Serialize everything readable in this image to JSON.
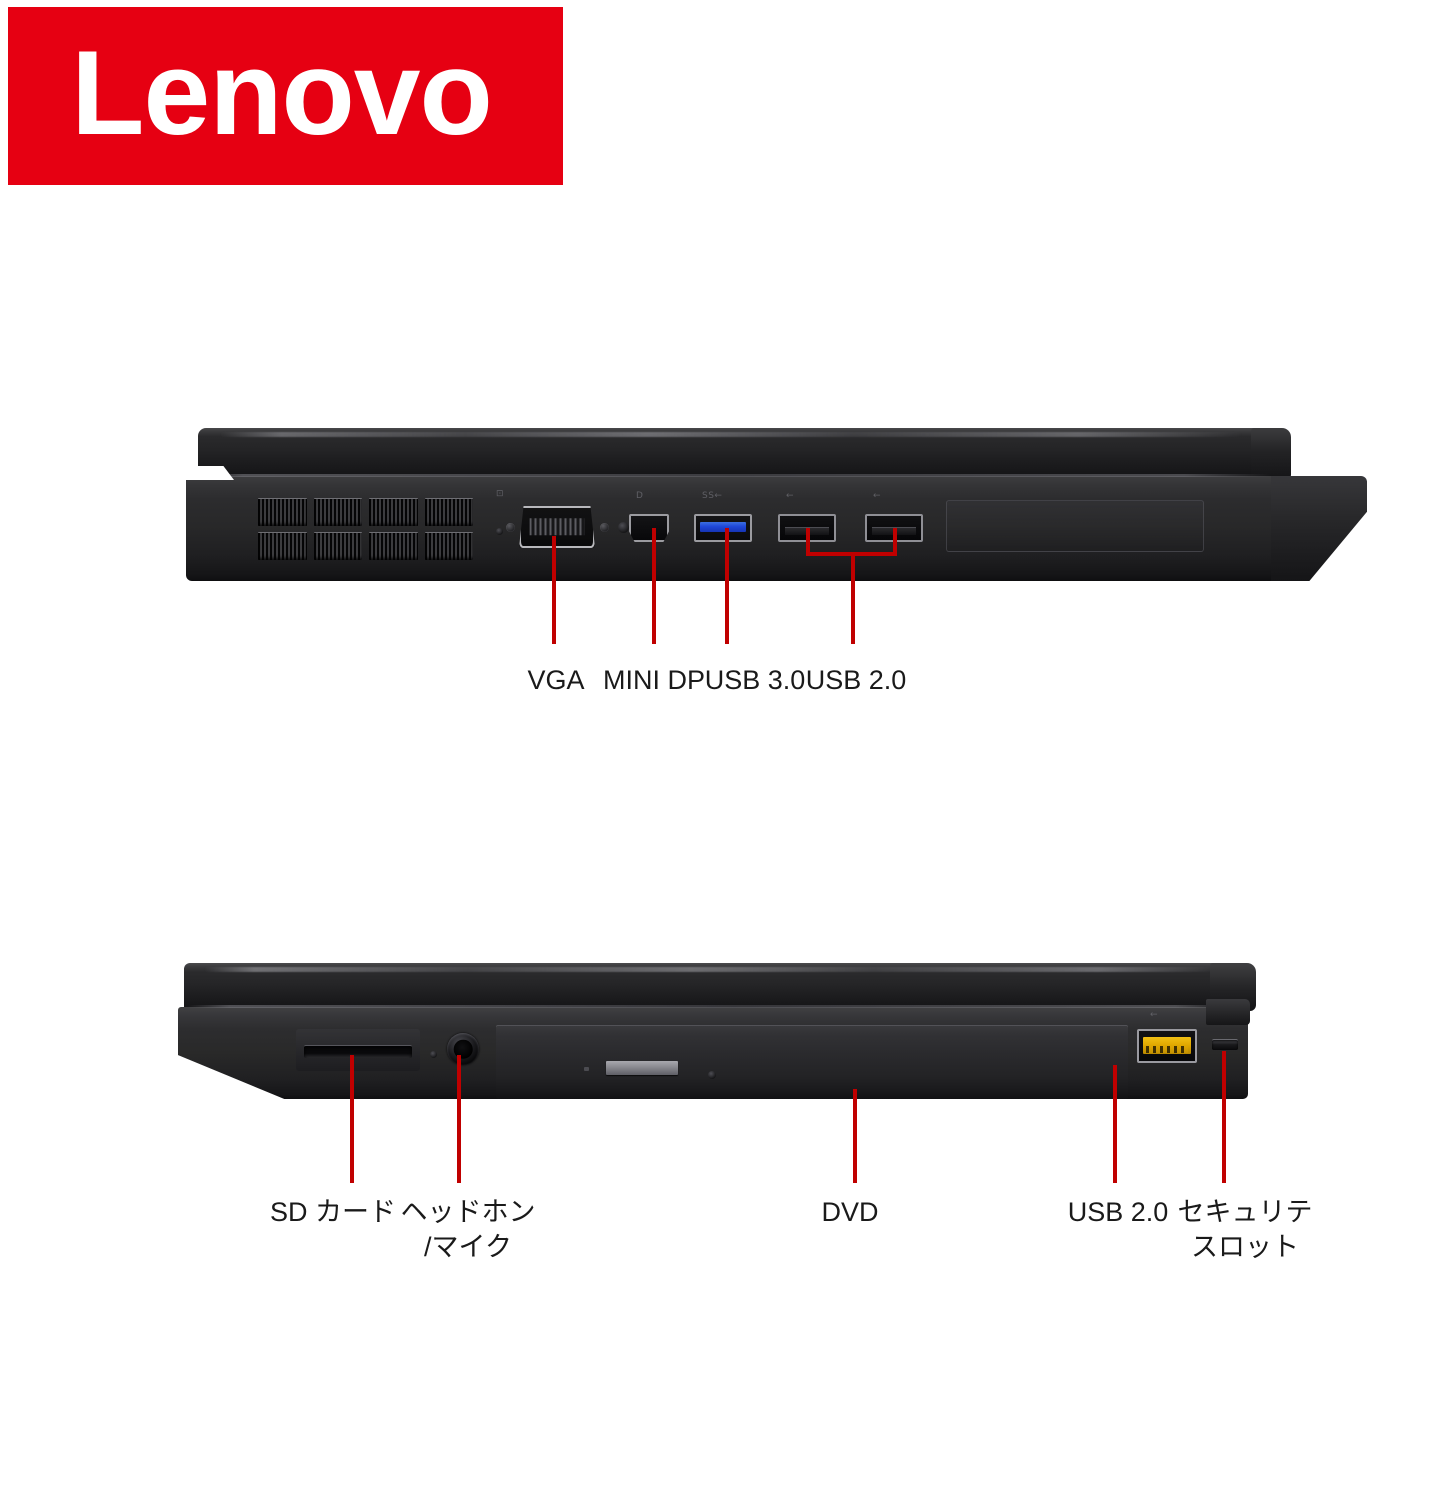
{
  "brand": {
    "name": "Lenovo",
    "logo_bg_color": "#E60012",
    "logo_text_color": "#FFFFFF"
  },
  "accent": {
    "leader_color": "#C00000",
    "usb3_color": "#1F47D8",
    "usb2_alwayson_color": "#E0A800"
  },
  "figures": [
    {
      "id": "left-side-profile",
      "name": "laptop-left-side-view",
      "callouts": [
        {
          "id": "vga",
          "label": "VGA",
          "icon": "vga-port-icon"
        },
        {
          "id": "minidp",
          "label": "MINI DP",
          "icon": "minidp-port-icon"
        },
        {
          "id": "usb30",
          "label": "USB 3.0",
          "icon": "usb3-port-icon"
        },
        {
          "id": "usb20",
          "label": "USB 2.0",
          "icon": "usb2-port-icon"
        }
      ]
    },
    {
      "id": "right-side-profile",
      "name": "laptop-right-side-view",
      "callouts": [
        {
          "id": "sdcard",
          "label": "SD カード",
          "icon": "sd-card-slot-icon"
        },
        {
          "id": "audio",
          "label": "ヘッドホン\n/マイク",
          "icon": "headphone-mic-jack-icon"
        },
        {
          "id": "dvd",
          "label": "DVD",
          "icon": "optical-drive-icon"
        },
        {
          "id": "usb20r",
          "label": "USB 2.0",
          "icon": "usb2-yellow-port-icon"
        },
        {
          "id": "security",
          "label": "セキュリテ\nスロット",
          "icon": "security-lock-slot-icon"
        }
      ]
    }
  ],
  "port_glyphs": {
    "vga": "⊡",
    "minidp": "D",
    "usb3": "SS←",
    "usb2_a": "←",
    "usb2_b": "←",
    "usb2_yellow": "←"
  }
}
